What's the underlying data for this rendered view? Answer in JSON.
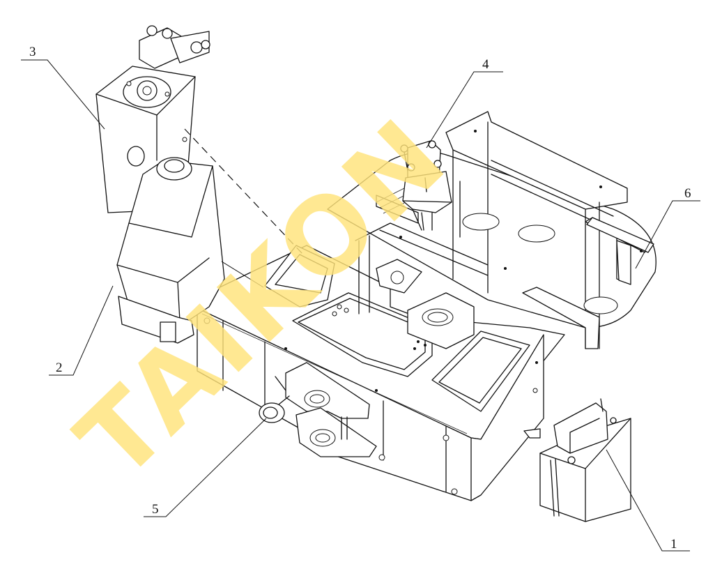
{
  "watermark": {
    "text": "TAIKON",
    "color": "#FFE37A"
  },
  "callouts": [
    {
      "id": "1",
      "label": "1"
    },
    {
      "id": "2",
      "label": "2"
    },
    {
      "id": "3",
      "label": "3"
    },
    {
      "id": "4",
      "label": "4"
    },
    {
      "id": "5",
      "label": "5"
    },
    {
      "id": "6",
      "label": "6"
    }
  ],
  "colors": {
    "line": "#111111",
    "background": "#ffffff"
  }
}
